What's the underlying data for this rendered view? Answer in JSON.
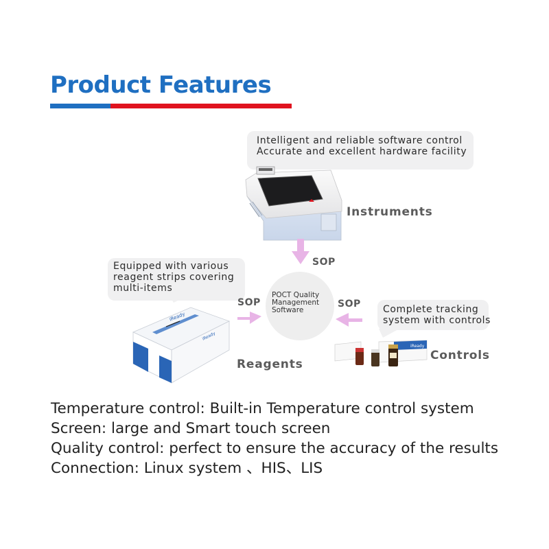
{
  "title": "Product Features",
  "colors": {
    "brand_blue": "#1f6fc1",
    "accent_red": "#e0131f",
    "arrow": "#e8b4e6"
  },
  "instruments": {
    "bubble_lines": [
      "Intelligent and reliable software control",
      "Accurate and excellent hardware facility"
    ],
    "label": "Instruments",
    "sop": "SOP"
  },
  "reagents": {
    "bubble_lines": [
      "Equipped with various",
      "reagent strips covering",
      "multi-items"
    ],
    "label": "Reagents",
    "sop": "SOP"
  },
  "controls": {
    "bubble_lines": [
      "Complete tracking",
      "system with controls"
    ],
    "label": "Controls",
    "sop": "SOP"
  },
  "center": {
    "lines": [
      "POCT Quality",
      "Management",
      "Software"
    ]
  },
  "features": [
    "Temperature control: Built-in Temperature control system",
    "Screen: large and Smart touch screen",
    "Quality control: perfect to ensure the accuracy of the results",
    "Connection: Linux system 、HIS、LIS"
  ]
}
